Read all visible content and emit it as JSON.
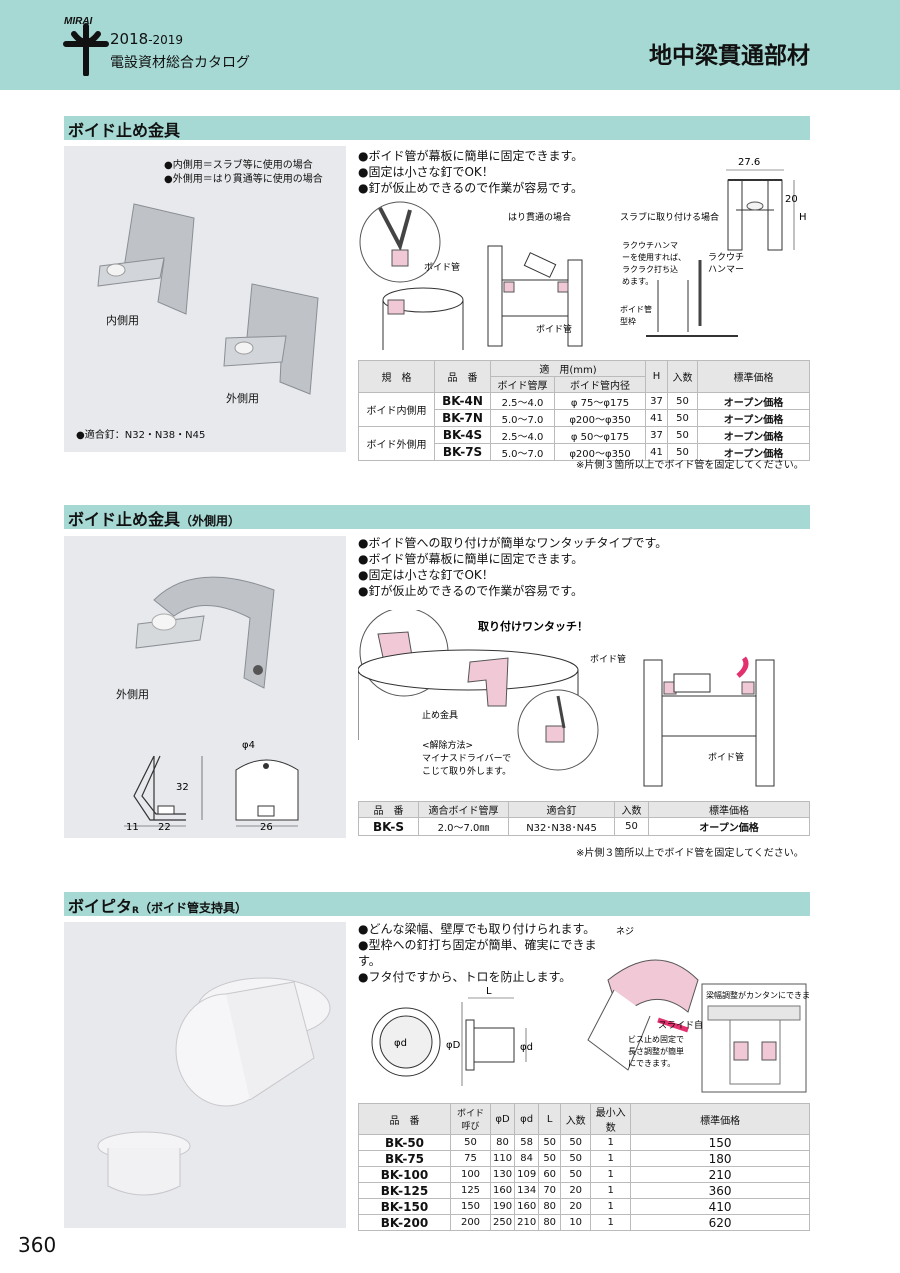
{
  "header": {
    "year": "2018",
    "year_suffix": "-2019",
    "catalog": "電設資材総合カタログ",
    "title": "地中梁貫通部材",
    "brand": "MIRAI"
  },
  "s1": {
    "title": "ボイド止め金具",
    "legend1": "●内側用＝スラブ等に使用の場合",
    "legend2": "●外側用＝はり貫通等に使用の場合",
    "label_inner": "内側用",
    "label_outer": "外側用",
    "nails": "●適合釘：N32・N38・N45",
    "features": [
      "●ボイド管が幕板に簡単に固定できます。",
      "●固定は小さな釘でOK！",
      "●釘が仮止めできるので作業が容易です。"
    ],
    "d_beam": "はり貫通の場合",
    "d_slab": "スラブに取り付ける場合",
    "d_void": "ボイド管",
    "d_void2": "ボイド管",
    "d_void3": "ボイド管",
    "d_form": "型枠",
    "d_hammer_note": "ラクウチハンマーを使用すれば、ラクラク打ち込めます。",
    "d_hammer": "ラクウチハンマー",
    "dim_w": "27.6",
    "dim_20": "20",
    "dim_h": "H",
    "table": {
      "h_spec": "規　格",
      "h_part": "品　番",
      "h_use": "適　用(mm)",
      "h_thk": "ボイド管厚",
      "h_dia": "ボイド管内径",
      "h_h": "H",
      "h_qty": "入数",
      "h_price": "標準価格",
      "g1": "ボイド内側用",
      "g2": "ボイド外側用",
      "rows": [
        {
          "part": "BK-4N",
          "thk": "2.5〜4.0",
          "dia": "φ 75〜φ175",
          "h": "37",
          "qty": "50",
          "price": "オープン価格"
        },
        {
          "part": "BK-7N",
          "thk": "5.0〜7.0",
          "dia": "φ200〜φ350",
          "h": "41",
          "qty": "50",
          "price": "オープン価格"
        },
        {
          "part": "BK-4S",
          "thk": "2.5〜4.0",
          "dia": "φ 50〜φ175",
          "h": "37",
          "qty": "50",
          "price": "オープン価格"
        },
        {
          "part": "BK-7S",
          "thk": "5.0〜7.0",
          "dia": "φ200〜φ350",
          "h": "41",
          "qty": "50",
          "price": "オープン価格"
        }
      ]
    },
    "note": "※片側３箇所以上でボイド管を固定してください。"
  },
  "s2": {
    "title": "ボイド止め金具",
    "subtitle": "（外側用）",
    "label_outer": "外側用",
    "dim_phi4": "φ4",
    "dim_32": "32",
    "dim_11": "11",
    "dim_22": "22",
    "dim_26": "26",
    "features": [
      "●ボイド管への取り付けが簡単なワンタッチタイプです。",
      "●ボイド管が幕板に簡単に固定できます。",
      "●固定は小さな釘でOK！",
      "●釘が仮止めできるので作業が容易です。"
    ],
    "d_onetouch": "取り付けワンタッチ！",
    "d_void": "ボイド管",
    "d_void2": "ボイド管",
    "d_clip": "止め金具",
    "d_release_title": "<解除方法>",
    "d_release1": "マイナスドライバーで",
    "d_release2": "こじて取り外します。",
    "table": {
      "h_part": "品　番",
      "h_thk": "適合ボイド管厚",
      "h_nail": "適合釘",
      "h_qty": "入数",
      "h_price": "標準価格",
      "row": {
        "part": "BK-S",
        "thk": "2.0〜7.0㎜",
        "nail": "N32･N38･N45",
        "qty": "50",
        "price": "オープン価格"
      }
    },
    "note": "※片側３箇所以上でボイド管を固定してください。"
  },
  "s3": {
    "title": "ボイピタ",
    "reg": "R",
    "subtitle": "（ボイド管支持具）",
    "features": [
      "●どんな梁幅、壁厚でも取り付けられます。",
      "●型枠への釘打ち固定が簡単、確実にできます。",
      "●フタ付ですから、トロを防止します。"
    ],
    "d_screw": "ネジ",
    "d_beam_adjust": "梁幅調整がカンタンにできます。",
    "d_slide": "スライド自在",
    "d_slide_note": "ビス止め固定で長さ調整が簡単にできます。",
    "dim_L": "L",
    "dim_D": "φD",
    "dim_d": "φd",
    "table": {
      "h_part": "品　番",
      "h_void": "ボイド呼び",
      "h_D": "φD",
      "h_d": "φd",
      "h_L": "L",
      "h_qty": "入数",
      "h_min": "最小入数",
      "h_price": "標準価格",
      "rows": [
        {
          "part": "BK-50",
          "void": "50",
          "D": "80",
          "d": "58",
          "L": "50",
          "qty": "50",
          "min": "1",
          "price": "150"
        },
        {
          "part": "BK-75",
          "void": "75",
          "D": "110",
          "d": "84",
          "L": "50",
          "qty": "50",
          "min": "1",
          "price": "180"
        },
        {
          "part": "BK-100",
          "void": "100",
          "D": "130",
          "d": "109",
          "L": "60",
          "qty": "50",
          "min": "1",
          "price": "210"
        },
        {
          "part": "BK-125",
          "void": "125",
          "D": "160",
          "d": "134",
          "L": "70",
          "qty": "20",
          "min": "1",
          "price": "360"
        },
        {
          "part": "BK-150",
          "void": "150",
          "D": "190",
          "d": "160",
          "L": "80",
          "qty": "20",
          "min": "1",
          "price": "410"
        },
        {
          "part": "BK-200",
          "void": "200",
          "D": "250",
          "d": "210",
          "L": "80",
          "qty": "10",
          "min": "1",
          "price": "620"
        }
      ]
    }
  },
  "page_number": "360"
}
